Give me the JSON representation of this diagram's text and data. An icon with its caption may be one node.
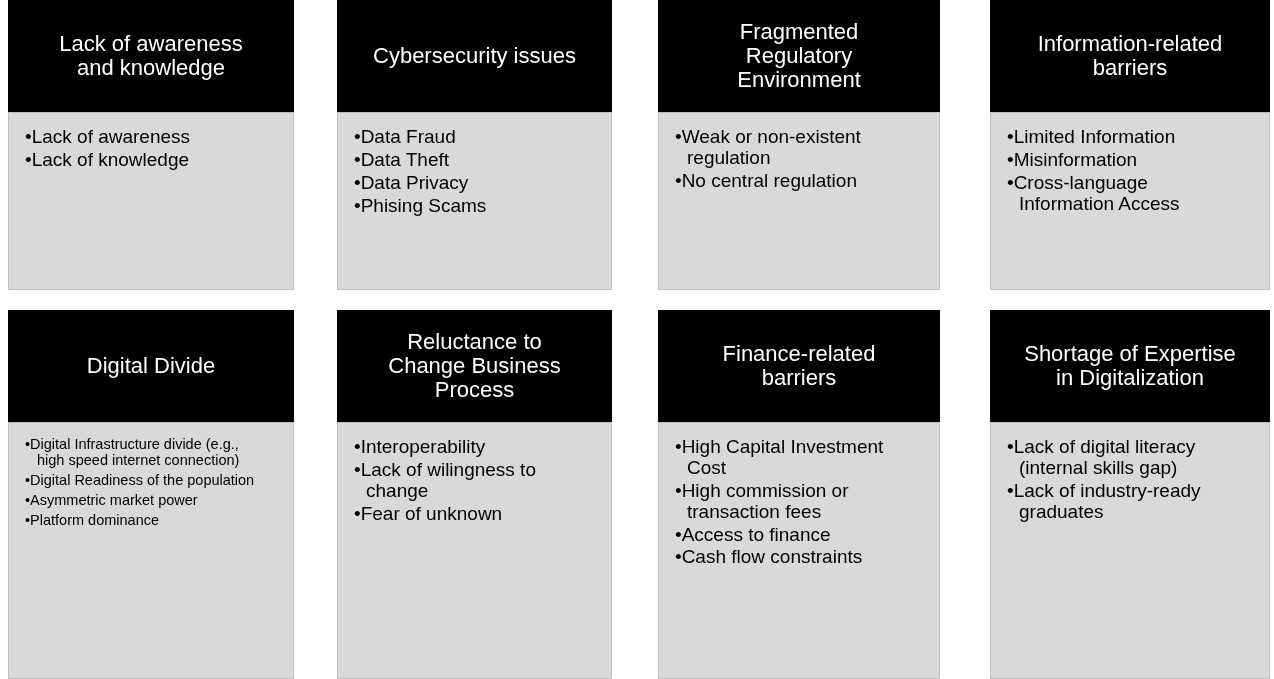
{
  "diagram": {
    "nodes": [
      {
        "text": [
          "Lack of awareness and knowledge"
        ]
      },
      {
        "text": [
          "•Lack of awareness",
          "•Lack of knowledge"
        ]
      },
      {
        "text": [
          "Cybersecurity issues"
        ]
      },
      {
        "text": [
          "•Data Fraud",
          "•Data Theft",
          "•Data Privacy",
          "•Phising Scams"
        ]
      },
      {
        "text": [
          "Fragmented Regulatory Environment"
        ]
      },
      {
        "text": [
          "•Weak or non-existent regulation",
          "•No central regulation"
        ]
      },
      {
        "text": [
          "Information-related barriers"
        ]
      },
      {
        "text": [
          "•Limited Information",
          "•Misinformation",
          "•Cross-language Information Access"
        ]
      },
      {
        "text": [
          "Digital Divide"
        ]
      },
      {
        "text": [
          "•Digital Infrastructure divide (e.g., high speed internet connection)",
          "•Digital Readiness of the population",
          "•Asymmetric market power",
          "•Platform dominance"
        ]
      },
      {
        "text": [
          "Reluctance to Change Business Process"
        ]
      },
      {
        "text": [
          "•Interoperability",
          "•Lack of wilingness to change",
          "•Fear of unknown"
        ]
      },
      {
        "text": [
          "Finance-related barriers"
        ]
      },
      {
        "text": [
          "•High Capital Investment Cost",
          "•High commission or transaction fees",
          "•Access to finance",
          "•Cash flow constraints"
        ]
      },
      {
        "text": [
          "Shortage of Expertise in Digitalization"
        ]
      },
      {
        "text": [
          "•Lack of digital literacy (internal skills gap)",
          "•Lack of industry-ready graduates"
        ]
      }
    ]
  }
}
